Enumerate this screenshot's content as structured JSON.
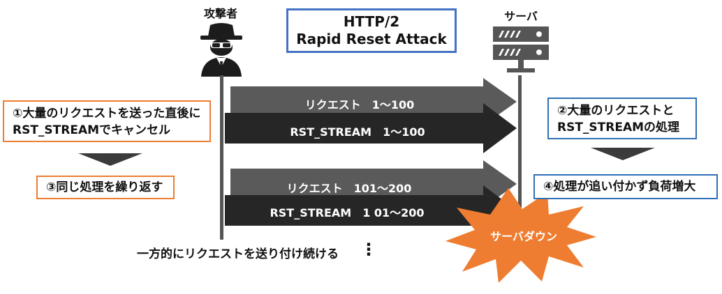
{
  "title": {
    "line1": "HTTP/2",
    "line2": "Rapid Reset Attack"
  },
  "attacker": {
    "label": "攻撃者",
    "icon": "hacker-icon"
  },
  "server": {
    "label": "サーバ",
    "icon": "server-rack-icon",
    "down_label": "サーバダウン"
  },
  "arrows": [
    {
      "label": "リクエスト　1～100"
    },
    {
      "label": "RST_STREAM　1～100"
    },
    {
      "label": "リクエスト　101～200"
    },
    {
      "label": "RST_STREAM　1 01～200"
    }
  ],
  "steps": {
    "step1_line1": "①大量のリクエストを送った直後に",
    "step1_line2": "RST_STREAMでキャンセル",
    "step2_line1": "②大量のリクエストと",
    "step2_line2": "RST_STREAMの処理",
    "step3": "③同じ処理を繰り返す",
    "step4": "④処理が追い付かず負荷増大"
  },
  "footer": {
    "text": "一方的にリクエストを送り付け続ける",
    "ellipsis": "⋮"
  },
  "colors": {
    "orange": "#ee7d31",
    "blue": "#2f6fb5",
    "title_border": "#4472c4",
    "arrow_dark": "#262626",
    "arrow_gray": "#5a5a5a",
    "burst": "#ee7d31"
  }
}
